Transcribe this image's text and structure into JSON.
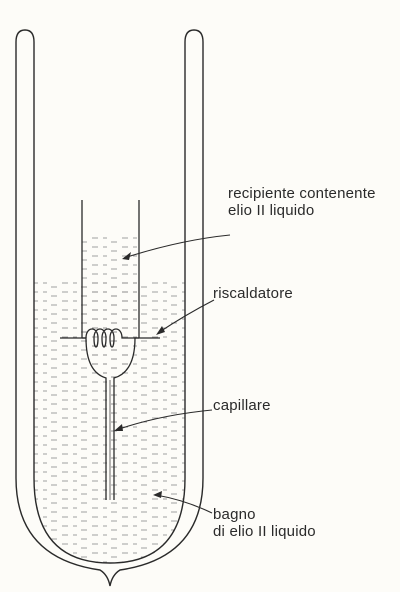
{
  "diagram": {
    "labels": {
      "container": {
        "line1": "recipiente contenente",
        "line2": "elio II liquido"
      },
      "heater": "riscaldatore",
      "capillary": "capillare",
      "bath": {
        "line1": "bagno",
        "line2": "di elio II liquido"
      }
    },
    "colors": {
      "ink": "#2a2a2a",
      "liquid_dash": "#777777",
      "background": "#fdfcf8"
    }
  }
}
